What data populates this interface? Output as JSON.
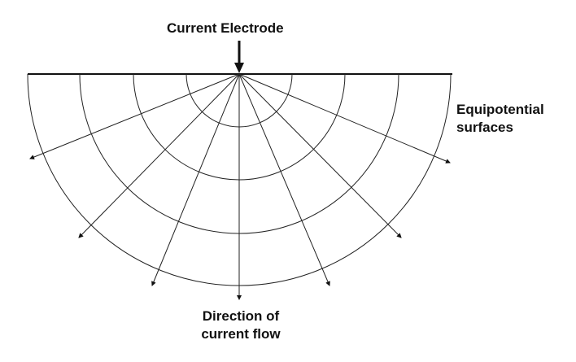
{
  "diagram": {
    "labels": {
      "electrode": "Current Electrode",
      "equipotential_line1": "Equipotential",
      "equipotential_line2": "surfaces",
      "direction_line1": "Direction of",
      "direction_line2": "current flow"
    },
    "colors": {
      "line": "#111111",
      "background": "#ffffff"
    }
  }
}
